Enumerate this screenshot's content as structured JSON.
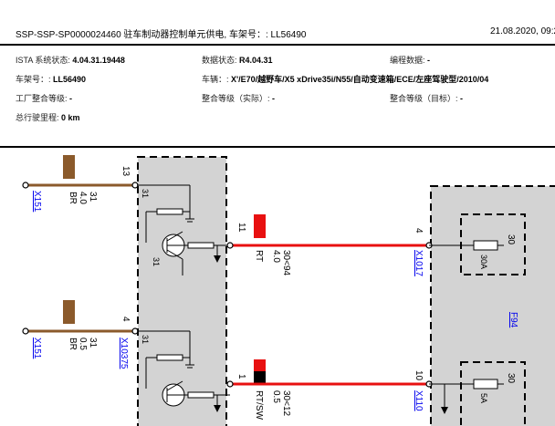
{
  "header": {
    "title": "SSP-SSP-SP0000024460 驻车制动器控制单元供电, 车架号：: LL56490",
    "date": "21.08.2020, 09:2"
  },
  "info": {
    "ista_label": "ISTA 系统状态: ",
    "ista_value": "4.04.31.19448",
    "data_label": "数据状态: ",
    "data_value": "R4.04.31",
    "prog_label": "编程数据: ",
    "prog_value": "-",
    "vin_label": "车架号：: ",
    "vin_value": "LL56490",
    "vehicle_label": "车辆：: ",
    "vehicle_value": "X'/E70/越野车/X5 xDrive35i/N55/自动变速箱/ECE/左座驾驶型/2010/04",
    "factory_label": "工厂整合等级: ",
    "factory_value": "-",
    "actual_label": "整合等级（实际）: ",
    "actual_value": "-",
    "target_label": "整合等级（目标）: ",
    "target_value": "-",
    "mileage_label": "总行驶里程: ",
    "mileage_value": "0 km"
  },
  "diagram": {
    "wire1": {
      "pin": "13",
      "num": "31",
      "size": "4.0",
      "color": "BR",
      "connector": "X151"
    },
    "wire2": {
      "pin": "4",
      "num": "31",
      "size": "0.5",
      "color": "BR",
      "connector": "X151"
    },
    "wire3": {
      "pin_left": "11",
      "num": "30<94",
      "size": "4.0",
      "color": "RT",
      "pin_right": "4",
      "connector": "X1017"
    },
    "wire4": {
      "pin_left": "1",
      "num": "30<12",
      "size": "0.5",
      "color": "RT/SW",
      "pin_right": "10",
      "connector": "X110"
    },
    "module_connector": "X10375",
    "fuse1": {
      "pin": "30",
      "rating": "30A"
    },
    "fuse2": {
      "pin": "30",
      "rating": "5A"
    },
    "fuse_box": "F94",
    "internal": {
      "label_a": "31",
      "label_b": "31",
      "label_c": "31"
    },
    "colors": {
      "brown": "#8B5A2B",
      "red": "#E81010",
      "black": "#000000",
      "gray": "#D3D3D3",
      "link": "#0000EE"
    }
  }
}
